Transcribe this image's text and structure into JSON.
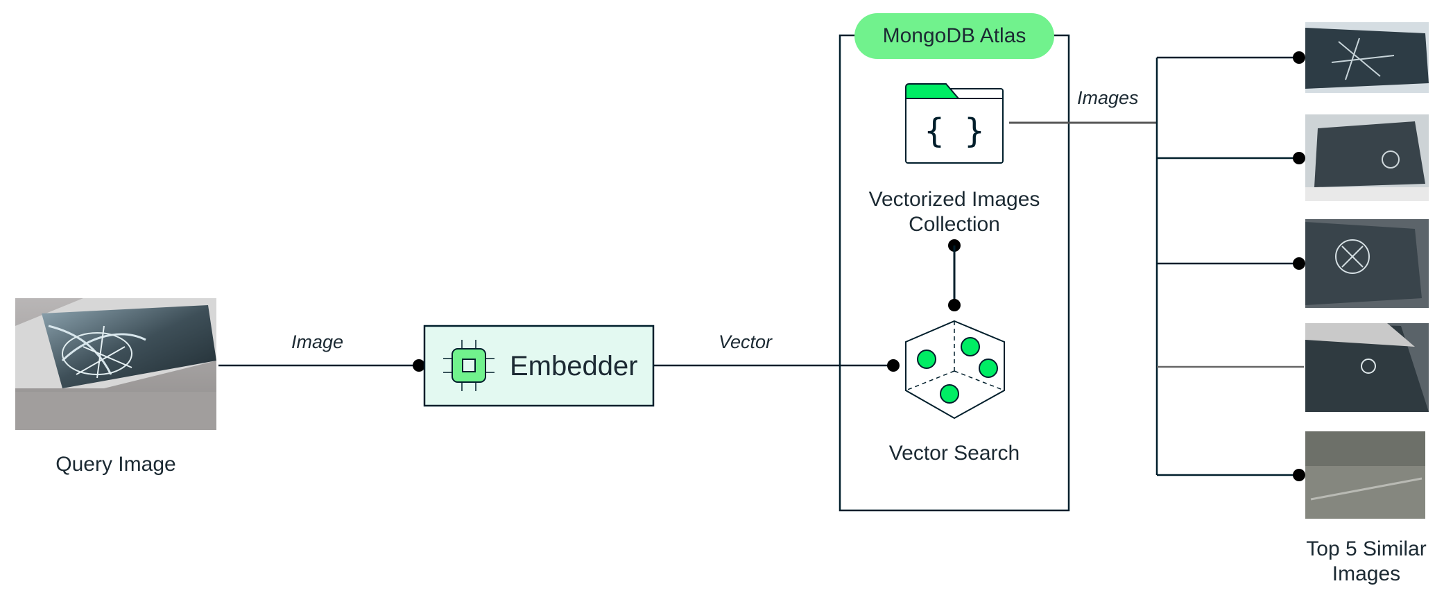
{
  "query": {
    "label": "Query Image"
  },
  "edges": {
    "image": "Image",
    "vector": "Vector",
    "images": "Images"
  },
  "embedder": {
    "label": "Embedder",
    "icon": "chip-icon"
  },
  "atlas": {
    "title": "MongoDB Atlas"
  },
  "collection": {
    "label_line1": "Vectorized Images",
    "label_line2": "Collection",
    "icon": "json-folder-icon"
  },
  "vector_search": {
    "label": "Vector Search",
    "icon": "vector-search-icon"
  },
  "results": {
    "label_line1": "Top 5 Similar",
    "label_line2": "Images",
    "count": 5
  },
  "colors": {
    "accent_green": "#00ed64",
    "pill_green": "#71f28d",
    "embedder_fill": "#e3f9f1",
    "chip_green": "#71f28d",
    "ink": "#001e2b"
  }
}
